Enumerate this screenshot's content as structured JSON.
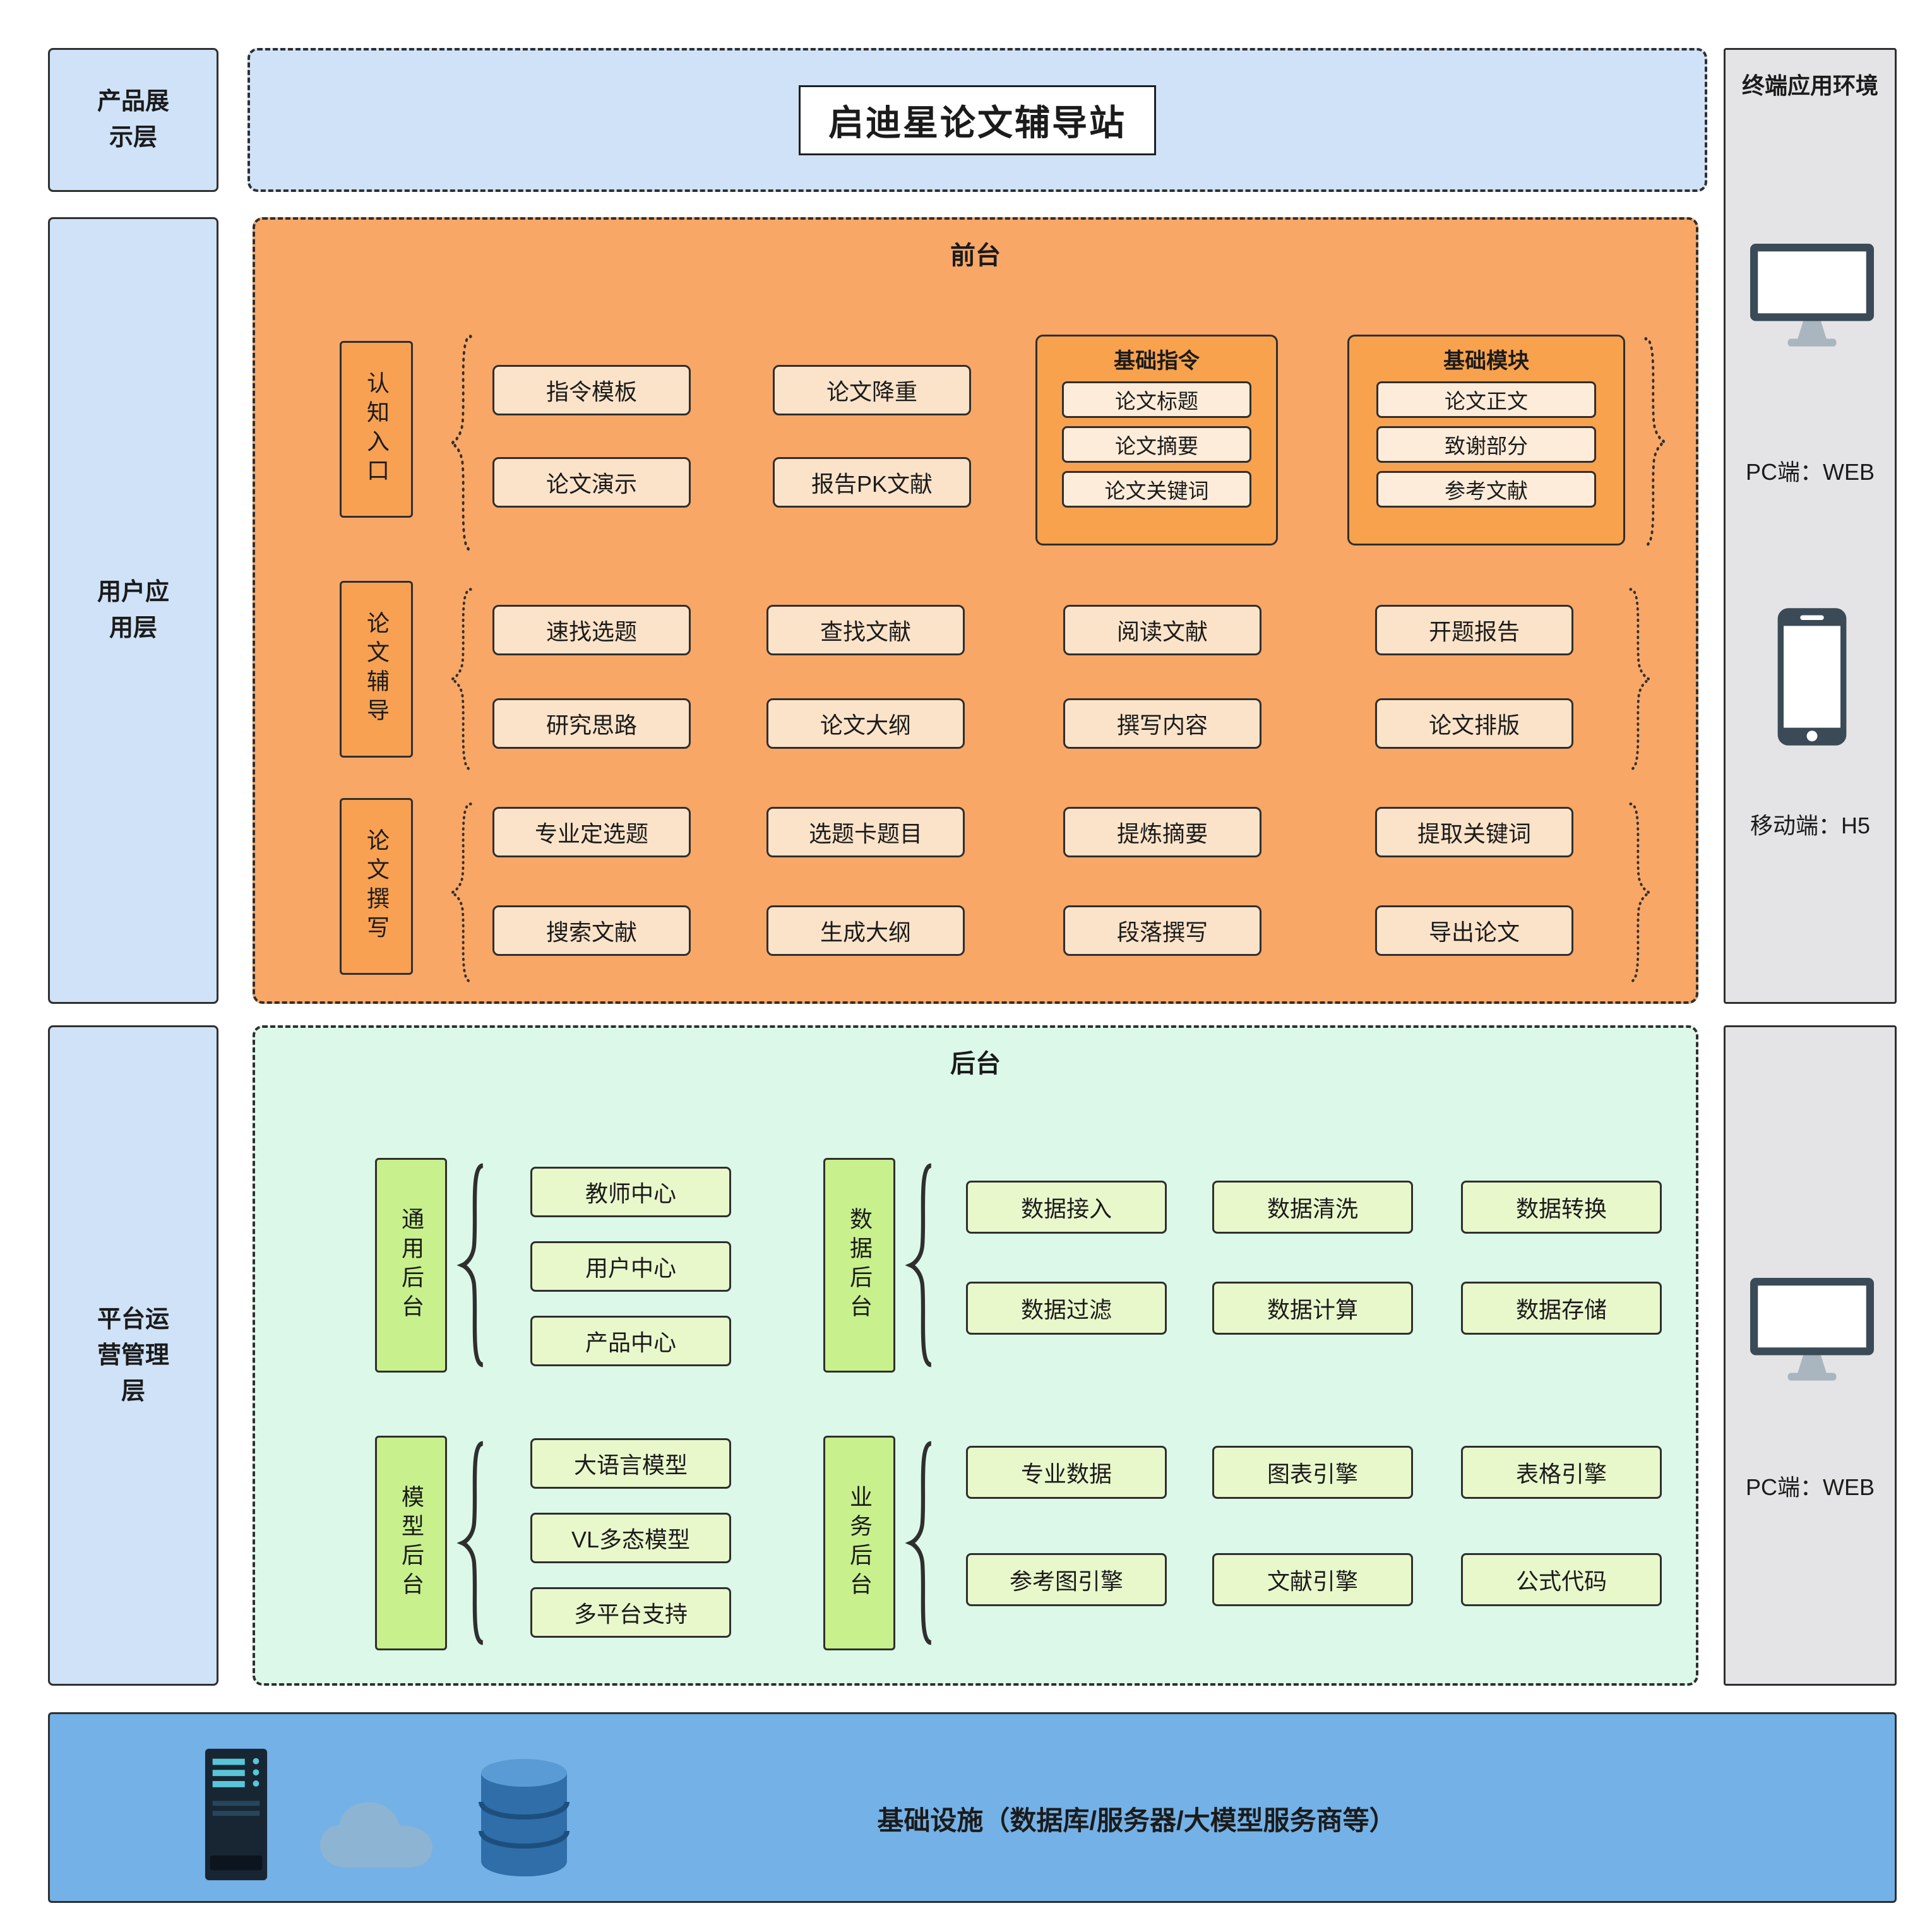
{
  "title": "启迪星论文辅导站",
  "left_layers": {
    "display": "产品展示层",
    "application": "用户应用层",
    "operation": "平台运营管理层"
  },
  "terminal": {
    "title": "终端应用环境",
    "pc": "PC端：WEB",
    "mobile": "移动端：H5",
    "pc2": "PC端：WEB"
  },
  "frontend": {
    "title": "前台",
    "row1": {
      "label": "认知入口",
      "items": [
        "指令模板",
        "论文演示",
        "论文降重",
        "报告PK文献"
      ],
      "group1": {
        "title": "基础指令",
        "items": [
          "论文标题",
          "论文摘要",
          "论文关键词"
        ]
      },
      "group2": {
        "title": "基础模块",
        "items": [
          "论文正文",
          "致谢部分",
          "参考文献"
        ]
      }
    },
    "row2": {
      "label": "论文辅导",
      "items": [
        "速找选题",
        "研究思路",
        "查找文献",
        "论文大纲",
        "阅读文献",
        "撰写内容",
        "开题报告",
        "论文排版"
      ]
    },
    "row3": {
      "label": "论文撰写",
      "items": [
        "专业定选题",
        "搜索文献",
        "选题卡题目",
        "生成大纲",
        "提炼摘要",
        "段落撰写",
        "提取关键词",
        "导出论文"
      ]
    }
  },
  "backend": {
    "title": "后台",
    "group1": {
      "label": "通用后台",
      "items": [
        "教师中心",
        "用户中心",
        "产品中心"
      ]
    },
    "group2": {
      "label": "数据后台",
      "items": [
        "数据接入",
        "数据清洗",
        "数据转换",
        "数据过滤",
        "数据计算",
        "数据存储"
      ]
    },
    "group3": {
      "label": "模型后台",
      "items": [
        "大语言模型",
        "VL多态模型",
        "多平台支持"
      ]
    },
    "group4": {
      "label": "业务后台",
      "items": [
        "专业数据",
        "图表引擎",
        "表格引擎",
        "参考图引擎",
        "文献引擎",
        "公式代码"
      ]
    }
  },
  "infrastructure": "基础设施（数据库/服务器/大模型服务商等）",
  "icons": {
    "terminal_pc": "monitor-icon",
    "terminal_mobile": "smartphone-icon",
    "infra": [
      "server-icon",
      "cloud-icon",
      "database-icon"
    ]
  },
  "colors": {
    "layer_blue": "#cfe2f7",
    "frontend_orange": "#f8a766",
    "frontend_item": "#fbe3c9",
    "label_orange": "#f8a152",
    "group_orange": "#f9a24d",
    "group_item": "#fdecd9",
    "backend_green": "#dcf8e8",
    "backend_label": "#c8f08c",
    "backend_item": "#e9f8cb",
    "terminal_gray": "#e4e4e6",
    "infra_blue": "#74b1e6"
  }
}
